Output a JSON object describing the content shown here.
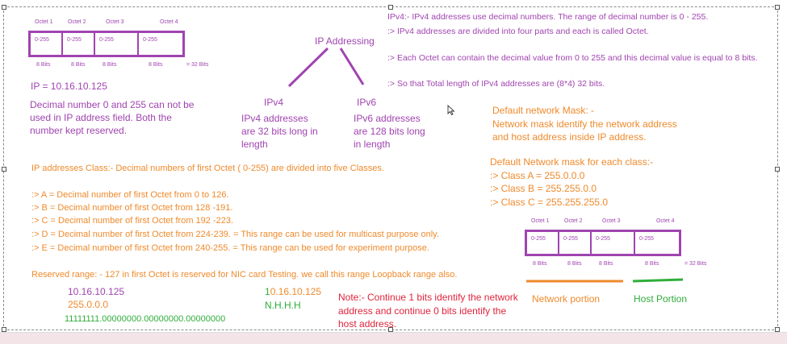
{
  "diagram": {
    "octet_headers": [
      "Octet 1",
      "Octet 2",
      "Octet 3",
      "Octet 4"
    ],
    "octet_ranges": [
      "0-255",
      "0-255",
      "0-255",
      "0-255"
    ],
    "bit_labels": [
      "8 Bits",
      "8 Bits",
      "8 Bits",
      "8 Bits"
    ],
    "total_bits": "= 32 Bits",
    "ip_example": "IP = 10.16.10.125",
    "reserved_note": [
      "Decimal number 0 and 255 can not be",
      "used in  IP address field. Both the",
      "number kept reserved."
    ],
    "ip_addressing_title": "IP Addressing",
    "ipv4_label": "IPv4",
    "ipv6_label": "IPv6",
    "ipv4_desc": [
      "IPv4 addresses",
      "are 32 bits long in",
      "length"
    ],
    "ipv6_desc": [
      "IPv6 addresses",
      "are 128 bits long",
      "in length"
    ]
  },
  "ipv4_info": [
    "IPv4:- IPv4 addresses use decimal numbers. The range of decimal number is 0 - 255.",
    ":> IPv4 addresses are divided into four parts and each is called Octet.",
    ":> Each Octet can contain the decimal value from 0 to 255 and this decimal value is equal to 8 bits.",
    ":> So that Total length of IPv4 addresses are (8*4) 32 bits."
  ],
  "mask": {
    "title": "Default network Mask: -",
    "desc": [
      "Network mask identify the network address",
      "and host address inside IP address."
    ],
    "class_title": "Default Network mask for each class:-",
    "classes": [
      ":> Class A = 255.0.0.0",
      ":> Class B = 255.255.0.0",
      ":> Class C = 255.255.255.0"
    ]
  },
  "classes": {
    "title": "IP addresses Class:- Decimal numbers of first Octet ( 0-255) are divided into five Classes.",
    "items": [
      ":> A = Decimal number of first Octet from 0 to 126.",
      ":> B = Decimal number of first Octet from 128 -191.",
      ":> C = Decimal number of first Octet from 192 -223.",
      ":> D = Decimal number of first Octet from 224-239. = This range can be used for multicast purpose only.",
      ":> E = Decimal number of first Octet from 240-255.  = This range can be used for experiment purpose."
    ],
    "reserved_range": "Reserved range: - 127 in first Octet is reserved for NIC card Testing. we call this range Loopback range also."
  },
  "example": {
    "ip": "10.16.10.125",
    "mask": "255.0.0.0",
    "binary": "11111111.00000000.00000000.00000000",
    "ip2": "10.16.10.125",
    "nhhh": "N.H.H.H",
    "note": [
      "Note:- Continue 1 bits identify the network",
      "address and continue 0 bits identify the",
      "host address."
    ],
    "network_portion": "Network portion",
    "host_portion": "Host Portion"
  },
  "colors": {
    "purple": "#a044b0",
    "orange": "#ef8a2c",
    "green": "#2fae3a",
    "red": "#e0243c"
  }
}
